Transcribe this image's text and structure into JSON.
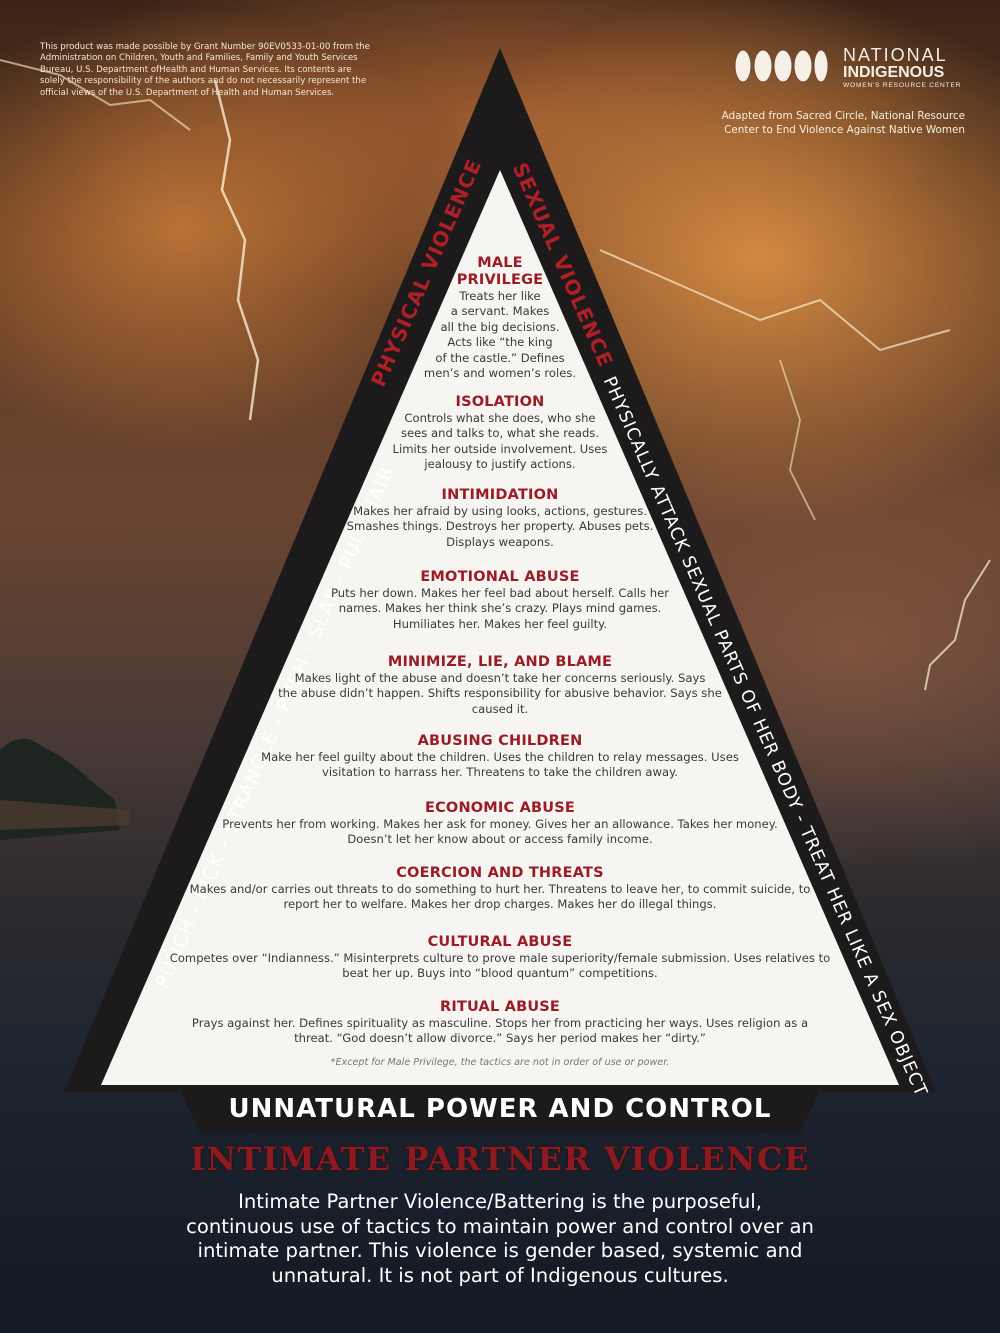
{
  "grant_notice": "This product was made possible by Grant Number 90EV0533-01-00 from the Administration on Children, Youth and Families, Family and Youth Services Bureau, U.S. Department ofHealth and Human Services. Its contents are solely the responsibility of the authors and do not necessarily represent the official views of the U.S. Department of Health and Human Services.",
  "logo": {
    "line1": "NATIONAL",
    "line2": "INDIGENOUS",
    "line3": "WOMEN'S RESOURCE CENTER",
    "icon": "faces-logo-icon"
  },
  "adapted_from": {
    "line1": "Adapted from Sacred Circle, National Resource",
    "line2": "Center to End Violence Against Native Women"
  },
  "triangle": {
    "left_inner_label": "PHYSICAL VIOLENCE",
    "right_inner_label": "SEXUAL VIOLENCE",
    "left_outer_text": "PUNCH - KICK - STRANGLE - PUSH - SLAP - PULL HAIR",
    "right_outer_text": "PHYSICALLY ATTACK SEXUAL PARTS OF HER BODY - TREAT HER LIKE A SEX OBJECT",
    "base_label": "UNNATURAL POWER AND CONTROL",
    "footnote": "*Except for Male Privilege, the tactics are not in order of use or power."
  },
  "sections": [
    {
      "title_lines": [
        "MALE",
        "PRIVILEGE"
      ],
      "body_lines": [
        "Treats her like",
        "a servant. Makes",
        "all the big decisions.",
        "Acts like “the king",
        "of the castle.” Defines",
        "men’s and women’s roles."
      ]
    },
    {
      "title_lines": [
        "ISOLATION"
      ],
      "body_lines": [
        "Controls what she does, who she",
        "sees and talks to, what she reads.",
        "Limits her outside involvement. Uses",
        "jealousy to justify actions."
      ]
    },
    {
      "title_lines": [
        "INTIMIDATION"
      ],
      "body_lines": [
        "Makes her afraid by using looks, actions, gestures.",
        "Smashes things. Destroys her property. Abuses pets.",
        "Displays weapons."
      ]
    },
    {
      "title_lines": [
        "EMOTIONAL ABUSE"
      ],
      "body_lines": [
        "Puts her down. Makes her feel bad about herself. Calls her",
        "names. Makes her think she’s crazy. Plays mind games.",
        "Humiliates her. Makes her feel guilty."
      ]
    },
    {
      "title_lines": [
        "MINIMIZE, LIE, AND BLAME"
      ],
      "body_lines": [
        "Makes light of the abuse and doesn’t take her concerns seriously. Says",
        "the abuse didn’t happen. Shifts responsibility for abusive behavior. Says she",
        "caused it."
      ]
    },
    {
      "title_lines": [
        "ABUSING CHILDREN"
      ],
      "body_lines": [
        "Make her feel guilty about the children. Uses the children to relay messages. Uses",
        "visitation to harrass her. Threatens to take the children away."
      ]
    },
    {
      "title_lines": [
        "ECONOMIC ABUSE"
      ],
      "body_lines": [
        "Prevents her from working. Makes her ask for money. Gives her an allowance. Takes her money.",
        "Doesn’t let her know about or access family income."
      ]
    },
    {
      "title_lines": [
        "COERCION AND THREATS"
      ],
      "body_lines": [
        "Makes and/or carries out threats to do something to hurt her. Threatens to leave her, to commit suicide, to",
        "report her to welfare. Makes her drop charges. Makes her do illegal things."
      ]
    },
    {
      "title_lines": [
        "CULTURAL ABUSE"
      ],
      "body_lines": [
        "Competes over “Indianness.” Misinterprets culture to prove male superiority/female submission. Uses relatives to",
        "beat her up. Buys into “blood quantum” competitions."
      ]
    },
    {
      "title_lines": [
        "RITUAL ABUSE"
      ],
      "body_lines": [
        "Prays against her. Defines spirituality as masculine. Stops her from practicing her ways. Uses religion as a",
        "threat. “God doesn’t allow divorce.” Says her period makes her “dirty.”"
      ]
    }
  ],
  "ipv_title": "INTIMATE PARTNER VIOLENCE",
  "description_lines": [
    "Intimate Partner Violence/Battering is the purposeful,",
    "continuous use of tactics to maintain power and control over an",
    "intimate partner. This violence is gender based, systemic and",
    "unnatural. It is not part of Indigenous cultures."
  ],
  "colors": {
    "accent_red": "#9b1c24",
    "triangle_dark": "#1c1a1a",
    "inner_white": "#f7f5f2"
  }
}
